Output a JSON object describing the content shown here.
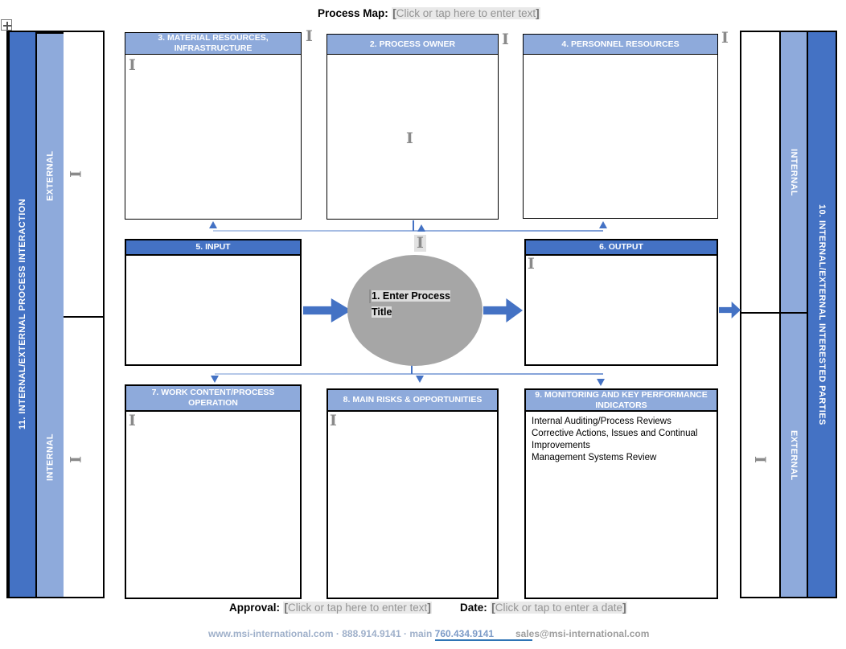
{
  "page": {
    "title_label": "Process Map:",
    "title_placeholder": "Click or tap here to enter text"
  },
  "icons": {
    "text_cursor_glyph": "I"
  },
  "left_panel": {
    "bar11": "11. INTERNAL/EXTERNAL PROCESS INTERACTION",
    "external": "EXTERNAL",
    "internal": "INTERNAL"
  },
  "right_panel": {
    "internal": "INTERNAL",
    "external": "EXTERNAL",
    "bar10": "10. INTERNAL/EXTERNAL INTERESTED PARTIES"
  },
  "boxes": {
    "process": {
      "title": "1. Enter Process Title"
    },
    "owner": {
      "title": "2. PROCESS OWNER"
    },
    "material": {
      "title": "3. MATERIAL RESOURCES, INFRASTRUCTURE"
    },
    "personnel": {
      "title": "4. PERSONNEL RESOURCES"
    },
    "input": {
      "title": "5. INPUT"
    },
    "output": {
      "title": "6. OUTPUT"
    },
    "work": {
      "title": "7. WORK CONTENT/PROCESS OPERATION"
    },
    "risks": {
      "title": "8. MAIN RISKS & OPPORTUNITIES"
    },
    "monitoring": {
      "title": "9. MONITORING AND KEY PERFORMANCE INDICATORS",
      "lines": [
        "Internal Auditing/Process Reviews",
        "Corrective Actions, Issues and Continual Improvements",
        "Management Systems Review"
      ]
    }
  },
  "approval": {
    "label": "Approval:",
    "placeholder": "Click or tap here to enter text"
  },
  "date": {
    "label": "Date:",
    "placeholder": "Click or tap to enter a date"
  },
  "footer": {
    "contact_prefix": "www.msi-international.com · 888.914.9141 · main ",
    "phone_link": "760.434.9141",
    "email": "sales@msi-international.com"
  },
  "colors": {
    "dark_blue": "#4472C4",
    "light_blue": "#8EAADB",
    "ellipse_gray": "#A6A6A6",
    "placeholder_bg": "#E9E9E9",
    "footer_muted": "#9FB0CA",
    "link_underline": "#2E74B5"
  }
}
